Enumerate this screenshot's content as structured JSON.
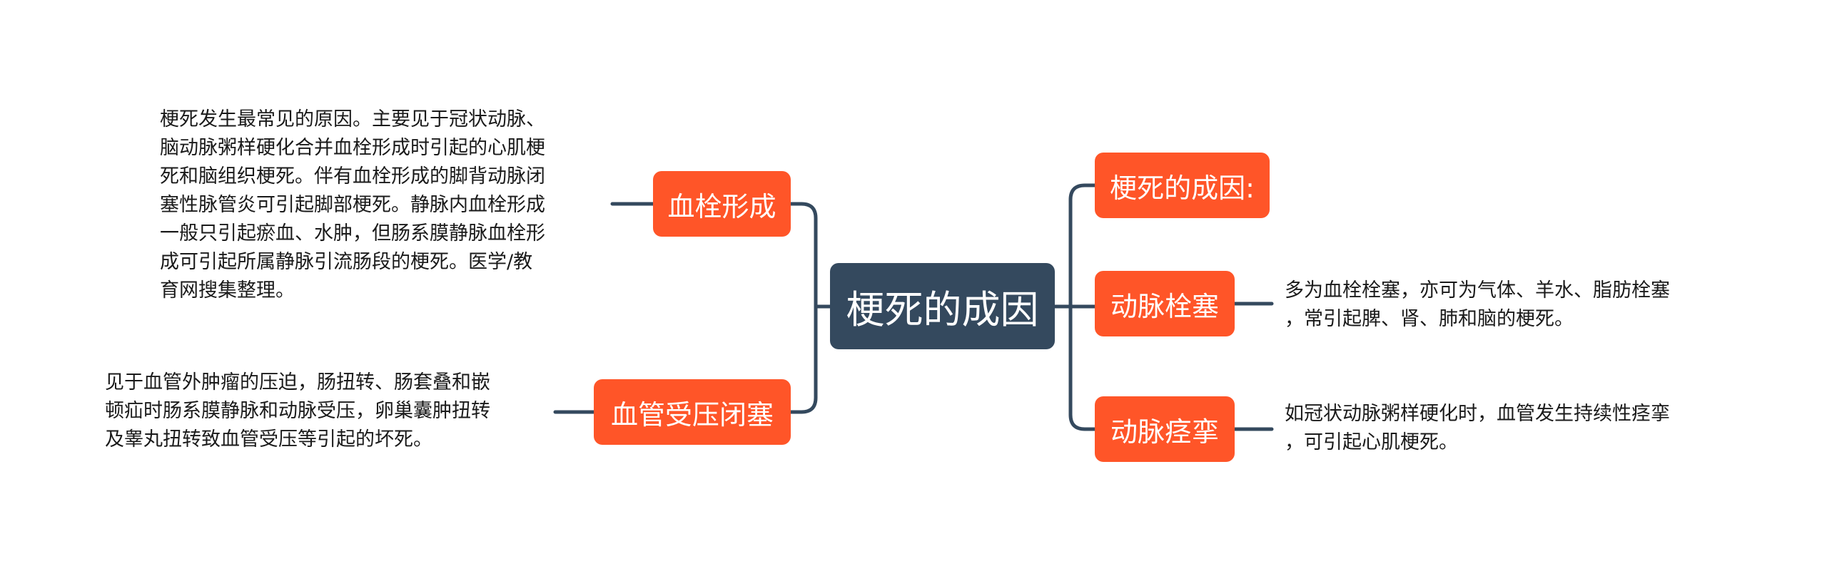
{
  "root": {
    "label": "梗死的成因"
  },
  "branches": {
    "thrombus": {
      "label": "血栓形成"
    },
    "compression": {
      "label": "血管受压闭塞"
    },
    "cause": {
      "label": "梗死的成因:"
    },
    "embolism": {
      "label": "动脉栓塞"
    },
    "spasm": {
      "label": "动脉痉挛"
    }
  },
  "notes": {
    "thrombus": [
      "梗死发生最常见的原因。主要见于冠状动脉、",
      "脑动脉粥样硬化合并血栓形成时引起的心肌梗",
      "死和脑组织梗死。伴有血栓形成的脚背动脉闭",
      "塞性脉管炎可引起脚部梗死。静脉内血栓形成",
      "一般只引起瘀血、水肿，但肠系膜静脉血栓形",
      "成可引起所属静脉引流肠段的梗死。医学/教",
      "育网搜集整理。"
    ],
    "compression": [
      "见于血管外肿瘤的压迫，肠扭转、肠套叠和嵌",
      "顿疝时肠系膜静脉和动脉受压，卵巢囊肿扭转",
      "及睾丸扭转致血管受压等引起的坏死。"
    ],
    "embolism": [
      "多为血栓栓塞，亦可为气体、羊水、脂肪栓塞",
      "，常引起脾、肾、肺和脑的梗死。"
    ],
    "spasm": [
      "如冠状动脉粥样硬化时，血管发生持续性痉挛",
      "，可引起心肌梗死。"
    ]
  },
  "colors": {
    "root_fill": "#34495e",
    "branch_fill": "#ff5528",
    "connector": "#34495e",
    "note_text": "#1a1a1a"
  }
}
